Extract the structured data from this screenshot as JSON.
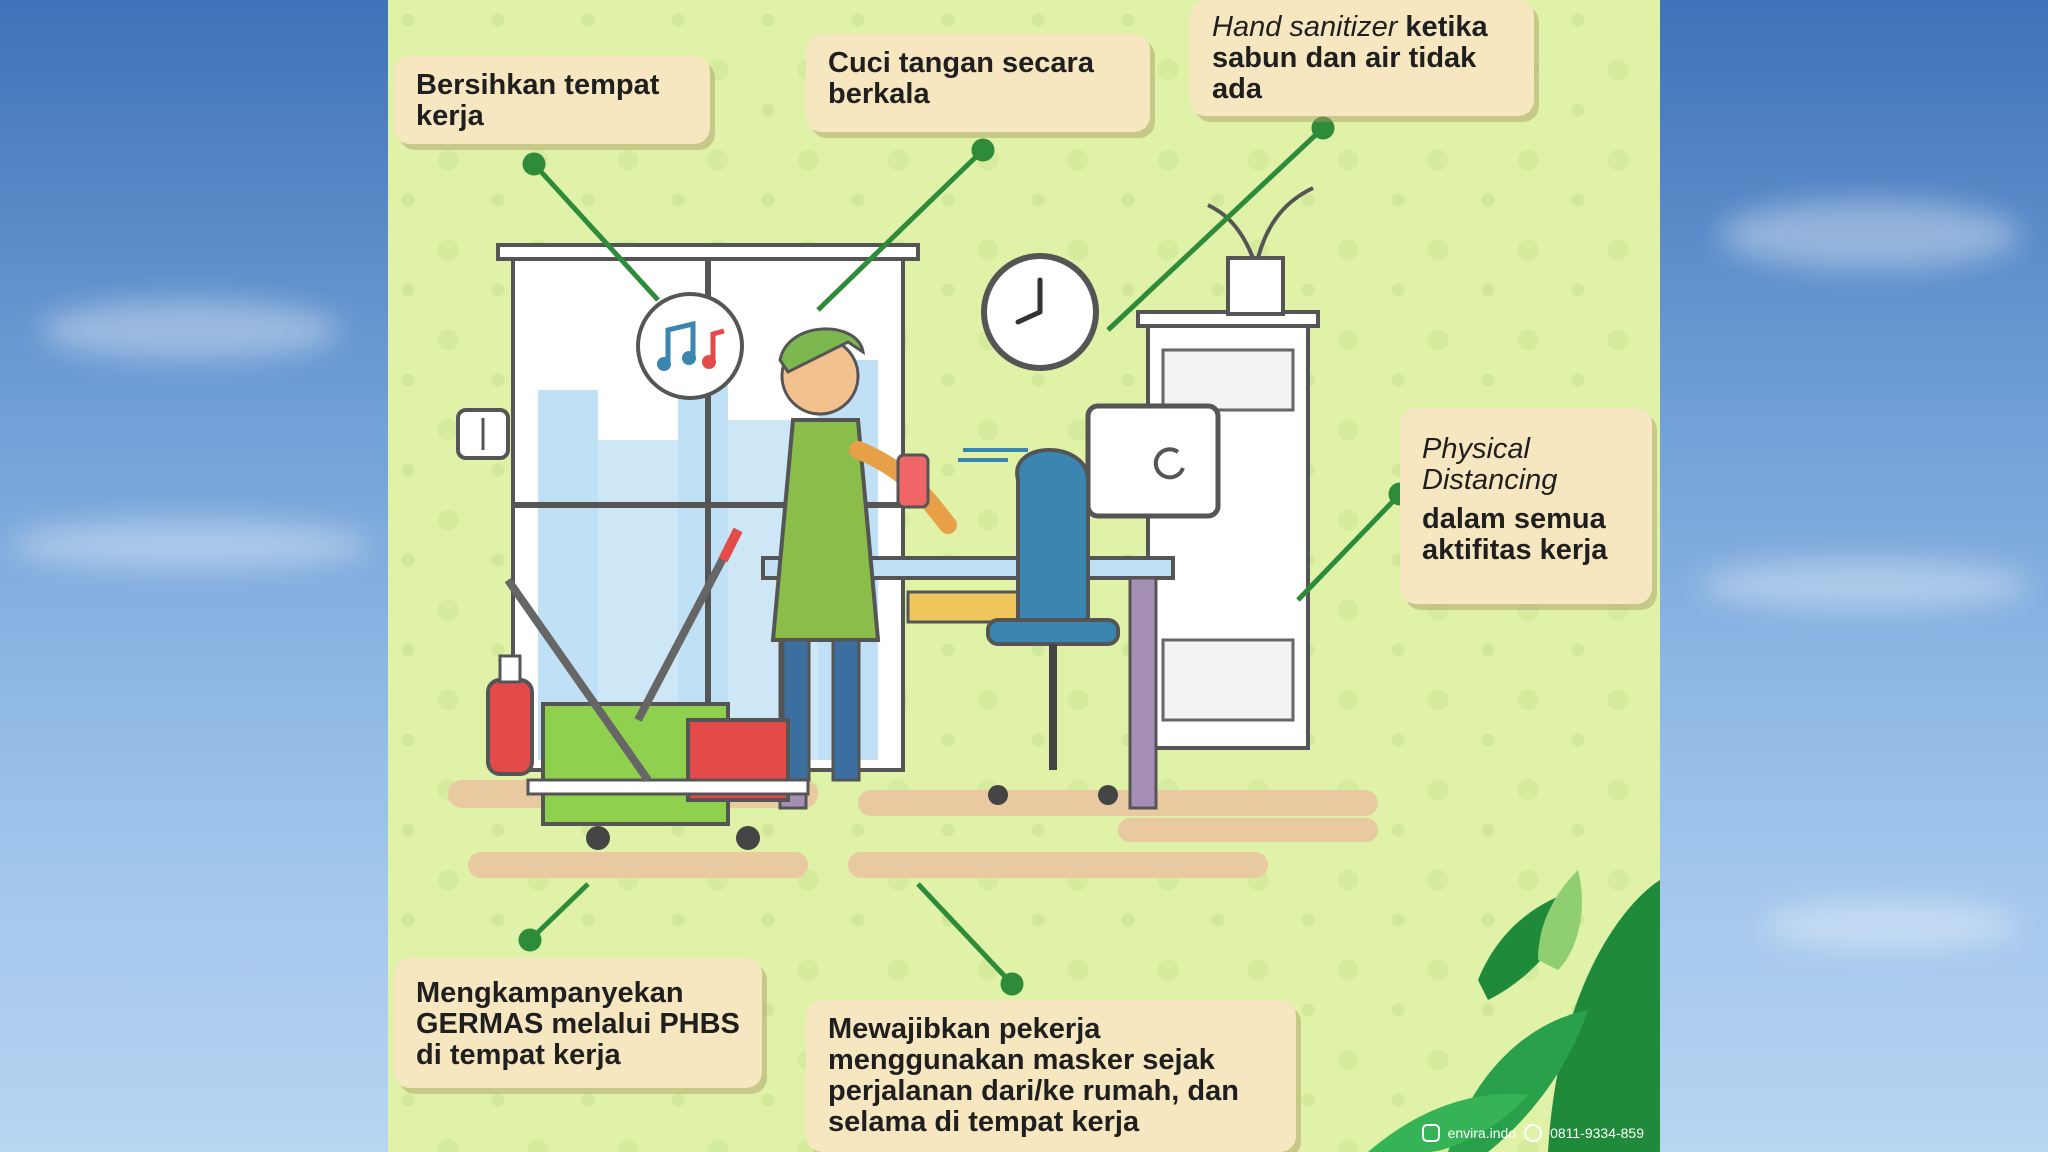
{
  "callouts": {
    "clean_workplace": "Bersihkan tempat kerja",
    "wash_hands": "Cuci tangan secara berkala",
    "sanitizer_italic": "Hand sanitizer",
    "sanitizer_rest": " ketika sabun dan air tidak ada",
    "distancing_italic": "Physical Distancing",
    "distancing_rest": "dalam semua aktifitas kerja",
    "germas": "Mengkampanyekan GERMAS melalui PHBS di tempat kerja",
    "masks": "Mewajibkan pekerja menggunakan masker sejak perjalanan dari/ke rumah, dan selama di tempat kerja"
  },
  "footer": {
    "instagram": "envira.indo",
    "whatsapp": "0811-9334-859"
  },
  "colors": {
    "poster_bg": "#dff2a8",
    "callout_bg": "#f7e7c0",
    "connector": "#2e8b3a",
    "leaf_dark": "#1f8a3a"
  },
  "icons": [
    "music-note-icon",
    "clock-icon",
    "instagram-icon",
    "whatsapp-icon"
  ]
}
